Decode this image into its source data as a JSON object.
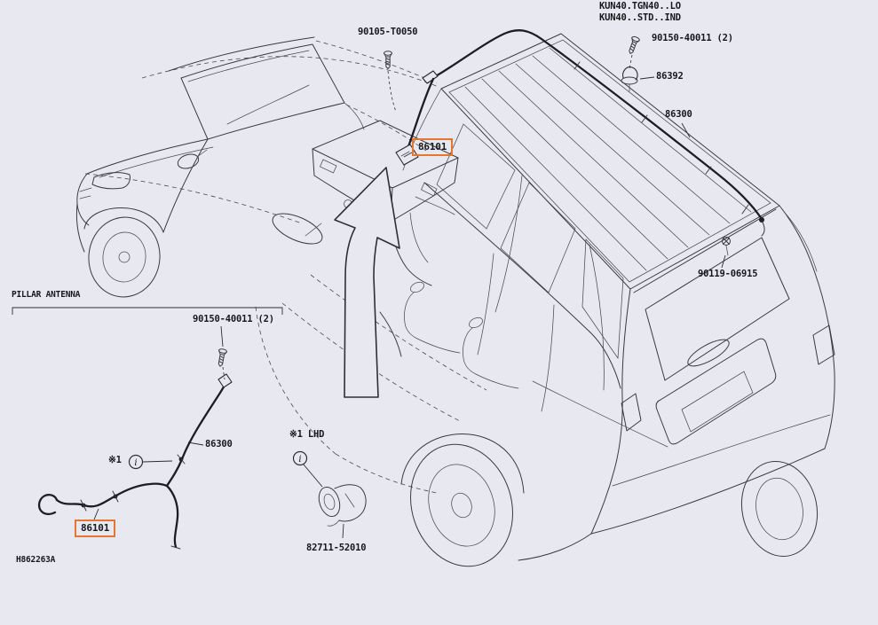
{
  "meta": {
    "variants": [
      "KUN40.TGN40..LO",
      "KUN40..STD..IND"
    ],
    "drawing_code": "H862263A"
  },
  "section": {
    "title": "PILLAR ANTENNA"
  },
  "labels": {
    "bolt_top": "90105-T0050",
    "screw_top_right": "90150-40011 (2)",
    "antenna_base_right": "86392",
    "cable_right": "86300",
    "antenna_center": "86101",
    "bolt_right": "90119-06915",
    "screw_left": "90150-40011 (2)",
    "cable_left": "86300",
    "antenna_left": "86101",
    "clip_detail": "82711-52010"
  },
  "notes": {
    "ref_left": "※1",
    "ref_lhd": "※1 LHD",
    "info_glyph": "i"
  },
  "colors": {
    "background": "#e8e8f1",
    "line": "#3a3b41",
    "highlight": "#e8762c"
  }
}
